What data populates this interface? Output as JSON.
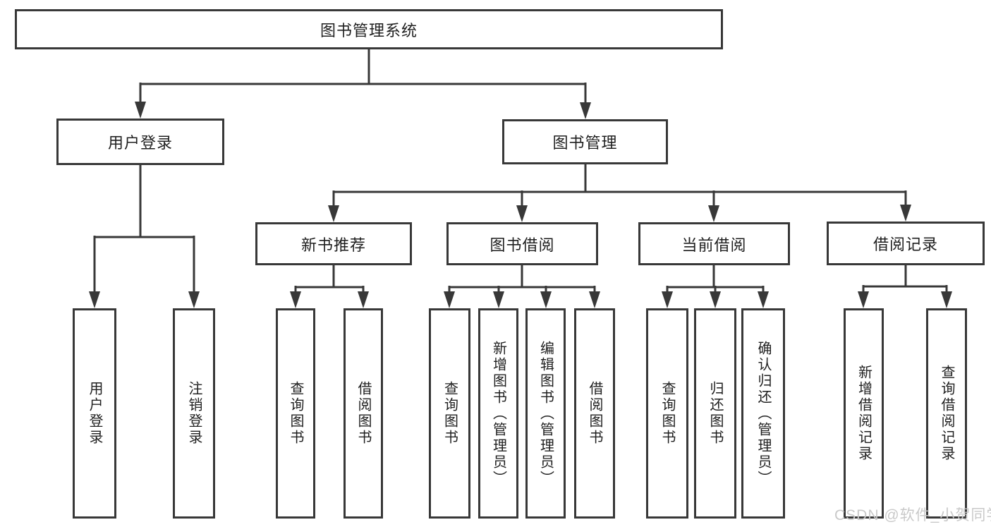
{
  "diagram": {
    "title": "图书管理系统",
    "nodes": {
      "root": "图书管理系统",
      "user_login": "用户登录",
      "book_mgmt": "图书管理",
      "new_book_rec": "新书推荐",
      "book_borrowing": "图书借阅",
      "current_borrowing": "当前借阅",
      "borrowing_records": "借阅记录",
      "leaf_user_login": "用户登录",
      "leaf_logout": "注销登录",
      "leaf_nb_query_books": "查询图书",
      "leaf_nb_borrow_books": "借阅图书",
      "leaf_bb_query_books": "查询图书",
      "leaf_bb_add_books": "新增图书（管理员）",
      "leaf_bb_edit_books": "编辑图书（管理员）",
      "leaf_bb_borrow_books": "借阅图书",
      "leaf_cb_query_books": "查询图书",
      "leaf_cb_return_books": "归还图书",
      "leaf_cb_confirm_return": "确认归还（管理员）",
      "leaf_br_add_record": "新增借阅记录",
      "leaf_br_query_record": "查询借阅记录"
    }
  },
  "watermark": {
    "text": "CSDN @软件_小贺同学"
  },
  "colors": {
    "line": "#383838",
    "box_border": "#383838",
    "text": "#1f1f1f",
    "watermark": "#c9c9c9",
    "background": "#ffffff"
  }
}
